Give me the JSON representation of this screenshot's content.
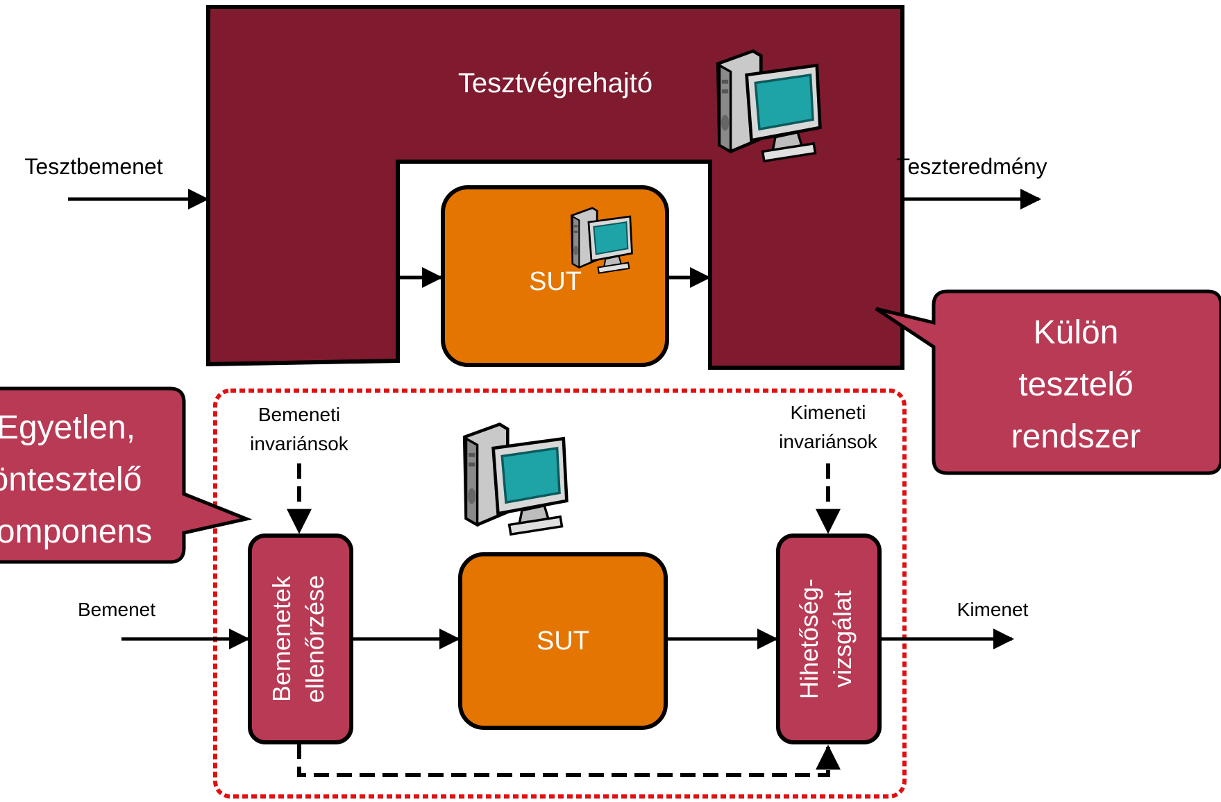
{
  "colors": {
    "executor": "#7f1a2f",
    "sut": "#e47500",
    "component": "#b83a55",
    "boundary": "#e01010",
    "line": "#000000",
    "text_light": "#ffffff",
    "text_dark": "#000000"
  },
  "top": {
    "executor_label": "Tesztvégrehajtó",
    "input_label": "Tesztbemenet",
    "output_label": "Teszteredmény",
    "sut_label": "SUT",
    "computer_icon": "computer-icon"
  },
  "bottom": {
    "input_label": "Bemenet",
    "output_label": "Kimenet",
    "input_invariants": [
      "Bemeneti",
      "invariánsok"
    ],
    "output_invariants": [
      "Kimeneti",
      "invariánsok"
    ],
    "input_check": [
      "Bemenetek",
      "ellenőrzése"
    ],
    "plausibility_check": [
      "Hihetőség-",
      "vizsgálat"
    ],
    "sut_label": "SUT",
    "computer_icon": "computer-icon"
  },
  "callouts": {
    "separate_system": [
      "Külön",
      "tesztelő",
      "rendszer"
    ],
    "single_component": [
      "Egyetlen,",
      "öntesztelő",
      "komponens"
    ]
  }
}
